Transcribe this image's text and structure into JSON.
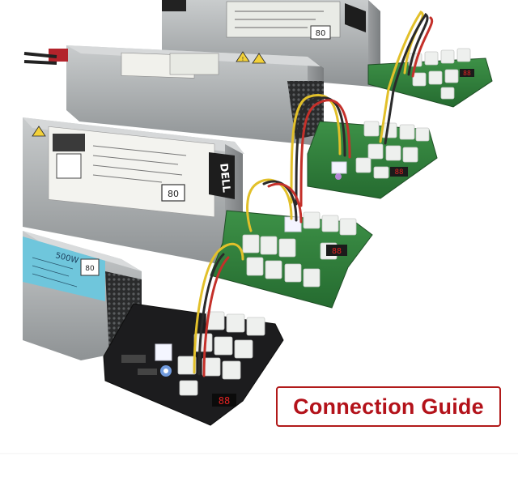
{
  "caption": {
    "text": "Connection Guide"
  },
  "psu_labels": {
    "dell_brand": "DELL",
    "power_rating": "500W",
    "eighty_plus": "80"
  },
  "colors": {
    "caption_red": "#b3121a",
    "pcb_green": "#2f7d3a",
    "pcb_black": "#1c1c1e",
    "psu_silver": "#a9acae",
    "hp_label_blue": "#6fc6dc",
    "connector_white": "#eef0ee",
    "led_red": "#e32222"
  },
  "icons": [
    "warning-triangle-icon",
    "eighty-plus-badge-icon",
    "seven-segment-display-icon"
  ]
}
